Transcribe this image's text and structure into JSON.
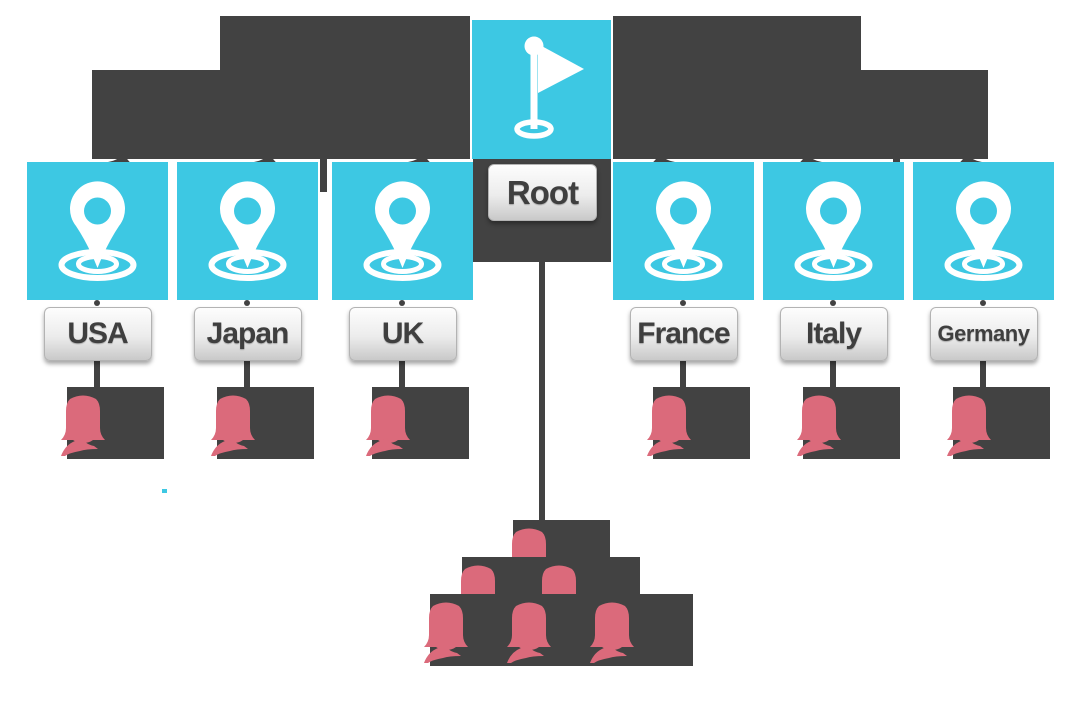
{
  "diagram": {
    "type": "org-chart-tree",
    "root": {
      "label": "Root",
      "icon": "flag-icon"
    },
    "children": [
      {
        "label": "USA",
        "icon": "location-pin-icon",
        "member_icon": "female-person-icon"
      },
      {
        "label": "Japan",
        "icon": "location-pin-icon",
        "member_icon": "female-person-icon"
      },
      {
        "label": "UK",
        "icon": "location-pin-icon",
        "member_icon": "female-person-icon"
      },
      {
        "label": "France",
        "icon": "location-pin-icon",
        "member_icon": "female-person-icon"
      },
      {
        "label": "Italy",
        "icon": "location-pin-icon",
        "member_icon": "female-person-icon"
      },
      {
        "label": "Germany",
        "icon": "location-pin-icon",
        "member_icon": "female-person-icon"
      }
    ],
    "crowd": {
      "icon": "female-person-icon",
      "person_count": 6
    },
    "colors": {
      "node_cyan": "#3DC8E3",
      "connector_dark": "#424242",
      "person_pink": "#DB6A7B",
      "plaque_text": "#3F3F3F",
      "plaque_top": "#FDFDFD",
      "plaque_bottom": "#C9C9C9",
      "background": "#FFFFFF"
    }
  }
}
